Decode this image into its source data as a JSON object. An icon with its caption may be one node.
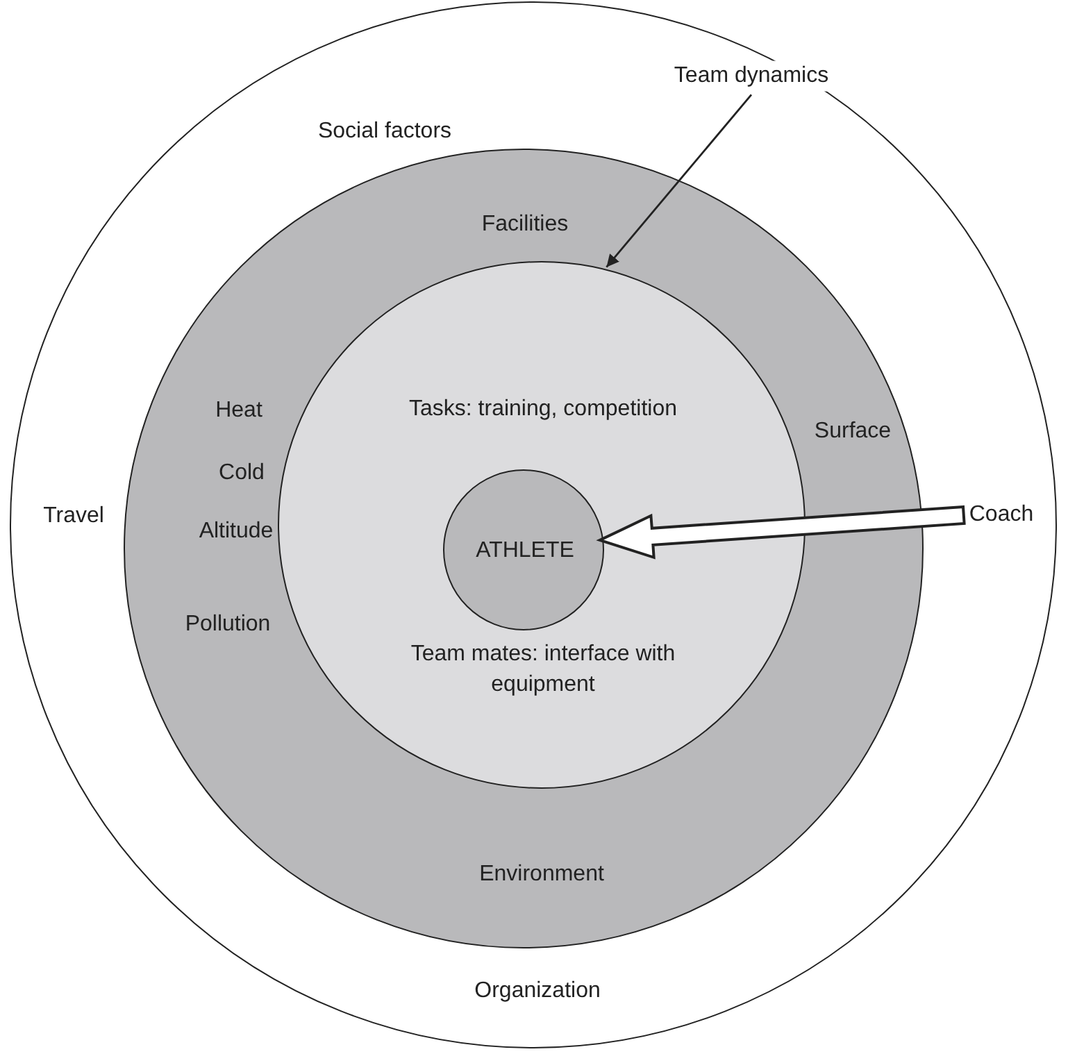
{
  "diagram": {
    "nodes": [
      {
        "text": [
          "Social factors",
          "Travel",
          "Organization"
        ]
      },
      {
        "text": [
          "Team dynamics"
        ],
        "in": 0
      },
      {
        "text": [
          "Facilities",
          "Heat",
          "Cold",
          "Altitude",
          "Pollution",
          "Surface",
          "Environment"
        ],
        "in": 0
      },
      {
        "text": [
          "Tasks: training, competition",
          "Team mates: interface with equipment"
        ],
        "in": 2
      },
      {
        "text": [
          "ATHLETE"
        ],
        "in": 3
      },
      {
        "text": [
          "Coach"
        ],
        "in": 0
      }
    ],
    "edges": [
      {
        "from": 1,
        "to": 3,
        "arrow": "to"
      },
      {
        "from": 5,
        "to": 4,
        "arrow": "to",
        "style": "thick"
      }
    ]
  }
}
